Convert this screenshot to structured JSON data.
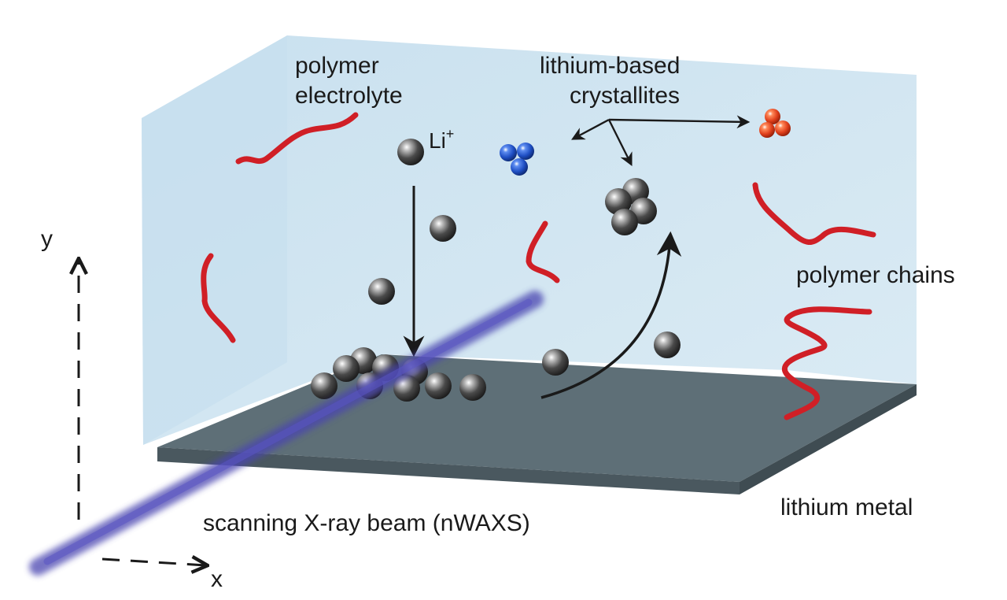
{
  "labels": {
    "polymer_electrolyte_line1": "polymer",
    "polymer_electrolyte_line2": "electrolyte",
    "lithium_crystallites_line1": "lithium-based",
    "lithium_crystallites_line2": "crystallites",
    "li_ion_base": "Li",
    "li_ion_charge": "+",
    "polymer_chains": "polymer chains",
    "lithium_metal": "lithium metal",
    "xray_beam": "scanning X-ray beam (nWAXS)",
    "axis_y": "y",
    "axis_x": "x"
  },
  "colors": {
    "electrolyte": "#cfe5f2",
    "lithium_metal": "#5f7078",
    "polymer_chain": "#d01f26",
    "lithium_atom": "#3a3a3a",
    "crystallite_blue": "#1f55c8",
    "crystallite_red": "#e0401c",
    "xray_beam": "#5550b8",
    "arrow": "#1a1a1a"
  }
}
